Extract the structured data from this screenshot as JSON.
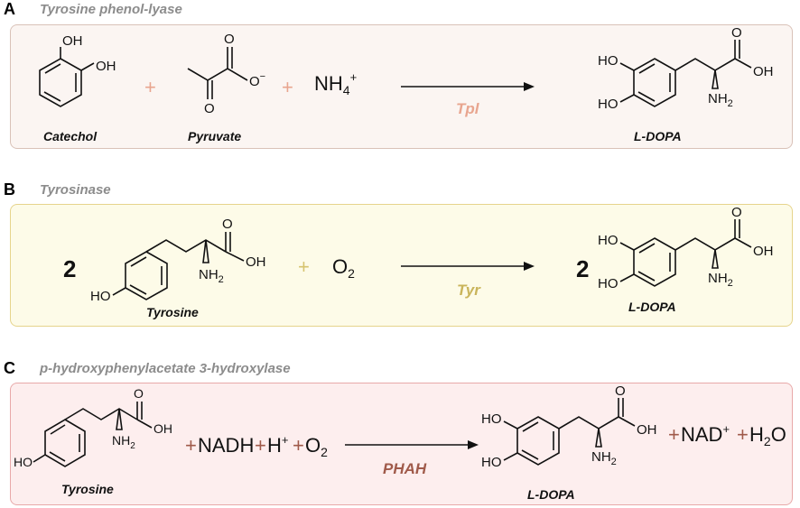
{
  "panels": [
    {
      "letter": "A",
      "title": "Tyrosine phenol-lyase",
      "border": "#d9c2b8",
      "fill": "#fbf5f2",
      "enzyme": "Tpl",
      "enzyme_color": "#e8a58f",
      "plus_color": "#e8a58f",
      "reactants": [
        "Catechol",
        "Pyruvate"
      ],
      "ammonium": "NH",
      "ammonium_sub": "4",
      "ammonium_sup": "+",
      "product": "L-DOPA"
    },
    {
      "letter": "B",
      "title": "Tyrosinase",
      "border": "#e6d48c",
      "fill": "#fdfbe8",
      "enzyme": "Tyr",
      "enzyme_color": "#c9b45a",
      "plus_color": "#d6c36e",
      "coefficient": "2",
      "reactant": "Tyrosine",
      "oxygen": "O",
      "oxygen_sub": "2",
      "product_coefficient": "2",
      "product": "L-DOPA"
    },
    {
      "letter": "C",
      "title": "p-hydroxyphenylacetate 3-hydroxylase",
      "border": "#e8a9a9",
      "fill": "#fdeeee",
      "enzyme": "PHAH",
      "enzyme_color": "#a05a4a",
      "plus_color": "#a05a4a",
      "reactant": "Tyrosine",
      "cofactors": [
        "NADH",
        "H",
        "O"
      ],
      "h_sup": "+",
      "o_sub": "2",
      "product": "L-DOPA",
      "byproducts": [
        "NAD",
        "H"
      ],
      "nad_sup": "+",
      "water_sub": "2",
      "water_tail": "O"
    }
  ],
  "atoms": {
    "oh": "OH",
    "ho": "HO",
    "o": "O",
    "o_minus": "O",
    "minus": "−",
    "nh2": "NH",
    "nh2_sub": "2"
  }
}
